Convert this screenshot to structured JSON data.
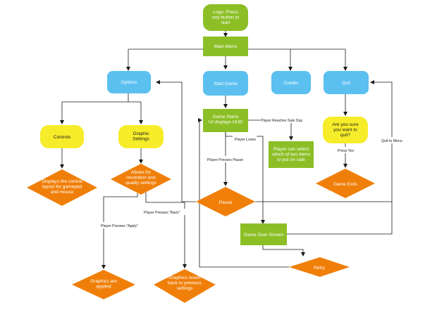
{
  "colors": {
    "green": "#8cbf26",
    "blue": "#5bc0f0",
    "yellow": "#f6ec2a",
    "orange": "#f07f09",
    "line": "#1a1a1a"
  },
  "nodes": {
    "logo": [
      "Logo- Press",
      "any button to",
      "start"
    ],
    "main_menu": [
      "Main Menu"
    ],
    "options": [
      "Options"
    ],
    "start_game": [
      "Start Game"
    ],
    "credits": [
      "Credits"
    ],
    "quit": [
      "Quit"
    ],
    "controls": [
      "Controls"
    ],
    "graphic_settings": [
      "Graphic",
      "Settings"
    ],
    "game_starts": [
      "Game Starts",
      "UI displays HUD"
    ],
    "sale_select": [
      "Player can select",
      "which of two items",
      "to put on sale"
    ],
    "are_you_sure": [
      "Are you sure",
      "you want to",
      "quit?"
    ],
    "control_layout": [
      "Displays the control",
      "layout for gamepad",
      "and mouse"
    ],
    "resolution_settings": [
      "Allows for",
      "resolution and",
      "quality settings"
    ],
    "pause": [
      "Pause"
    ],
    "game_exits": [
      "Game Exits"
    ],
    "game_over": [
      "Game Over Screen"
    ],
    "retry": [
      "Retry"
    ],
    "graphics_applied": [
      "Graphics are",
      "applied"
    ],
    "graphics_revert": [
      "Graphics revert",
      "back to previous",
      "settings"
    ]
  },
  "edge_labels": {
    "sale_day": "Player Reaches Sale Day",
    "loses": "Player Loses",
    "presses_pause": "Player Presses Pause",
    "press_yes": "Press Yes",
    "quit_to_menu": "Quit to Menu",
    "presses_back": "Player Presses \"Back\"",
    "presses_apply": "Player Presses \"Apply\""
  }
}
